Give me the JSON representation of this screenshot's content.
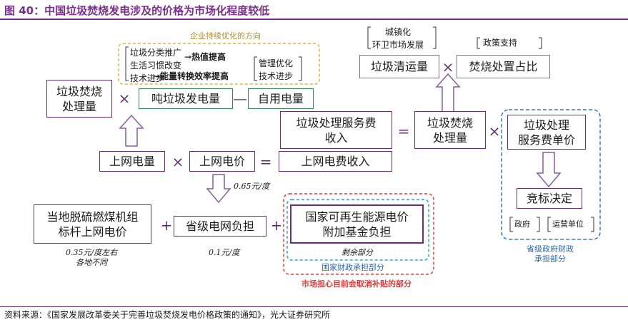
{
  "header": {
    "title": "图 40：中国垃圾焚烧发电涉及的价格为市场化程度较低"
  },
  "source": "资料来源：《国家发展改革委关于完善垃圾焚烧发电价格政策的通知》，光大证券研究所",
  "ops": {
    "times": "×",
    "minus": "—",
    "equals": "=",
    "plus": "+"
  },
  "left": {
    "optimize_title": "企业持续优化的方向",
    "drivers": "垃圾分类推广\n生活习惯改变\n技术进步",
    "arrow1": "→热值提高",
    "arrow2": "→能量转换效率提高",
    "mgmt": "管理优化\n技术进步",
    "waste_volume": "垃圾焚烧\n处理量",
    "gen_per_ton": "吨垃圾发电量",
    "self_use": "自用电量",
    "grid_power": "上网电量",
    "grid_price": "上网电价",
    "elec_revenue": "上网电费收入",
    "price_step": "0.65元/度",
    "coal_benchmark": "当地脱硫燃煤机组\n标杆上网电价",
    "coal_note": "0.35元/度左右\n各地不同",
    "provincial_grid": "省级电网负担",
    "provincial_note": "0.1元/度",
    "renewable_fund": "国家可再生能源电价\n附加基金负担",
    "remainder": "剩余部分",
    "state_finance": "国家财政承担部分",
    "market_worry": "市场担心目前会取消补贴的部分"
  },
  "right": {
    "service_revenue": "垃圾处理服务费\n收入",
    "urbanization": "城镇化\n环卫市场发展",
    "policy_support": "政策支持",
    "clearance": "垃圾清运量",
    "incineration_share": "焚烧处置占比",
    "waste_volume": "垃圾焚烧\n处理量",
    "unit_price": "垃圾处理\n服务费单价",
    "bidding": "竞标决定",
    "government": "政府",
    "operator": "运营单位",
    "provincial_finance": "省级政府财政\n承担部分"
  },
  "colors": {
    "accent_purple": "#6a2c7c",
    "green": "#2e8b57",
    "cyan": "#2aa7c9",
    "red": "#e03a3a",
    "gold": "#e5b33a",
    "blue_dash": "#3a78c9",
    "note_blue": "#2d63b8"
  }
}
